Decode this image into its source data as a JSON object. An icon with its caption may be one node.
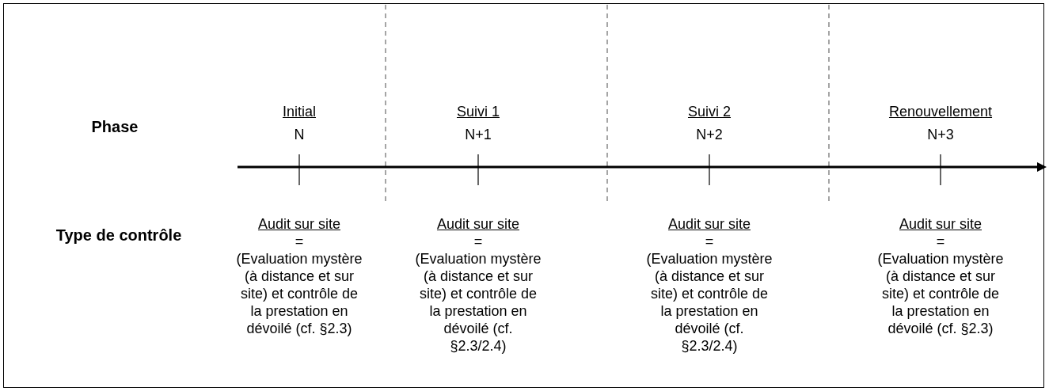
{
  "diagram": {
    "labels": [
      "Phase",
      "Initial",
      "N",
      "Suivi 1",
      "N+1",
      "Suivi 2",
      "N+2",
      "Renouvellement",
      "N+3",
      "Type de contrôle",
      "Audit sur site",
      "=",
      "(Evaluation mystère (à distance et sur site) et contrôle de la prestation en dévoilé (cf. §2.3)",
      "Audit sur site",
      "=",
      "(Evaluation mystère (à distance et sur site) et contrôle de la prestation en dévoilé (cf. §2.3/2.4)",
      "Audit sur site",
      "=",
      "(Evaluation mystère (à distance et sur site) et contrôle de la prestation en dévoilé (cf. §2.3/2.4)",
      "Audit sur site",
      "=",
      "(Evaluation mystère (à distance et sur site) et contrôle de la prestation en dévoilé (cf. §2.3)"
    ]
  }
}
